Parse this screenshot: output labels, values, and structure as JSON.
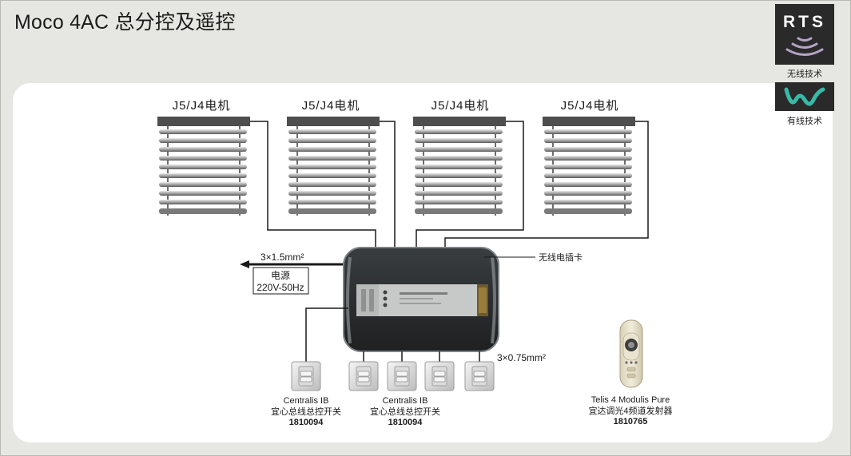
{
  "title": "Moco 4AC 总分控及遥控",
  "logos": {
    "rts": {
      "text": "RTS",
      "caption": "无线技术"
    },
    "wired": {
      "caption": "有线技术"
    }
  },
  "motors": [
    {
      "label": "J5/J4电机"
    },
    {
      "label": "J5/J4电机"
    },
    {
      "label": "J5/J4电机"
    },
    {
      "label": "J5/J4电机"
    }
  ],
  "power": {
    "cable": "3×1.5mm²",
    "line1": "电源",
    "line2": "220V-50Hz"
  },
  "wireless_card": "无线电插卡",
  "bus_cable": "3×0.75mm²",
  "switches": [
    {
      "name": "Centralis IB",
      "desc": "宜心总线总控开关",
      "code": "1810094"
    },
    {
      "name": "Centralis IB",
      "desc": "宜心总线总控开关",
      "code": "1810094"
    }
  ],
  "remote": {
    "name": "Telis 4 Modulis Pure",
    "desc": "宜达调光4频道发射器",
    "code": "1810765"
  },
  "colors": {
    "background": "#e6e6e2",
    "panel": "#ffffff",
    "rts_purple": "#b6a3c6",
    "wired_teal": "#39b9a7",
    "controller_body": "#2b2e30"
  }
}
